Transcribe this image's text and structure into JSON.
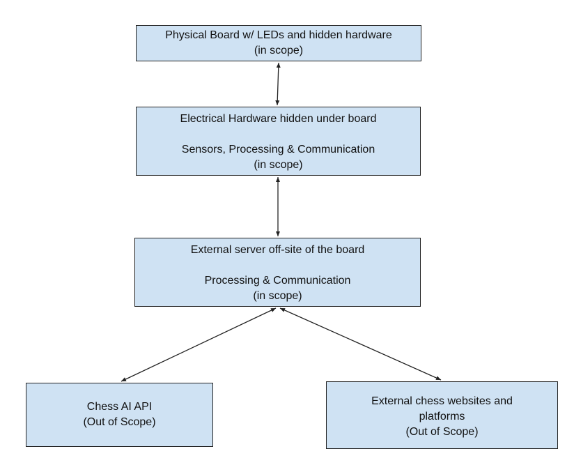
{
  "nodes": {
    "physical_board": {
      "line1": "Physical Board w/ LEDs and hidden hardware",
      "line2": "(in scope)"
    },
    "electrical_hardware": {
      "line1": "Electrical Hardware hidden under board",
      "line2": "Sensors, Processing & Communication",
      "line3": "(in scope)"
    },
    "external_server": {
      "line1": "External server off-site of the board",
      "line2": "Processing & Communication",
      "line3": "(in scope)"
    },
    "chess_ai_api": {
      "line1": "Chess AI API",
      "line2": "(Out of Scope)"
    },
    "chess_websites": {
      "line1": "External chess websites and",
      "line2": "platforms",
      "line3": "(Out of Scope)"
    }
  },
  "colors": {
    "node_fill": "#cfe2f3",
    "stroke": "#222222"
  }
}
